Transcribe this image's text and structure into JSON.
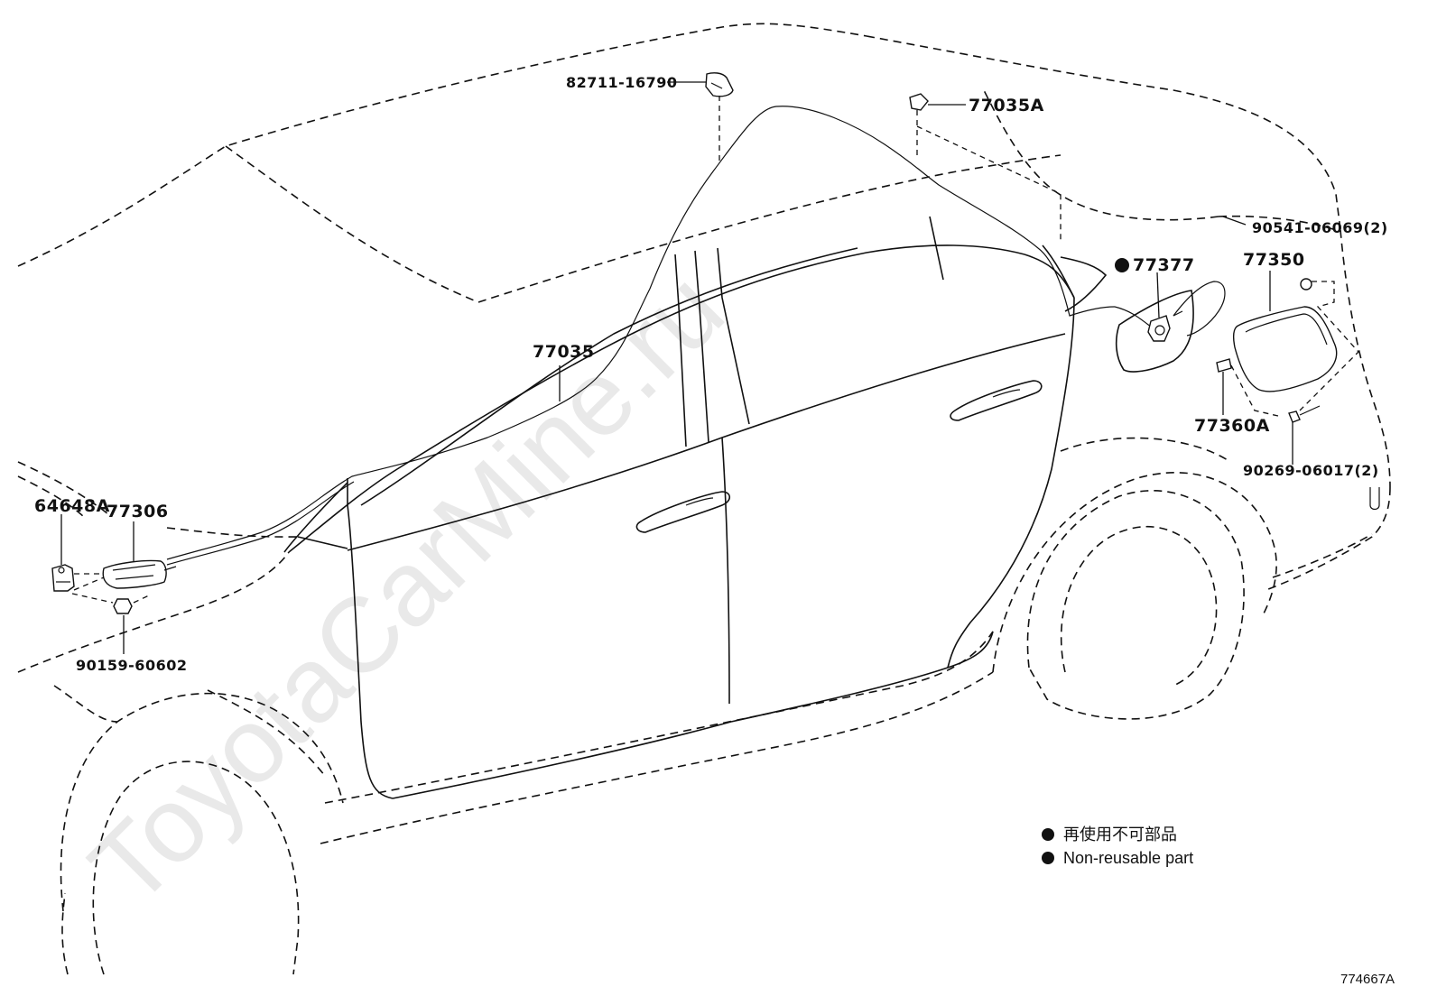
{
  "watermark": "ToyotaCarMine.ru",
  "parts": {
    "p1": "82711-16790",
    "p2": "77035A",
    "p3": "90541-06069(2)",
    "p4": "77377",
    "p5": "77350",
    "p6": "77035",
    "p7": "77360A",
    "p8": "90269-06017(2)",
    "p9": "64648A",
    "p10": "77306",
    "p11": "90159-60602"
  },
  "legend": {
    "jp": "再使用不可部品",
    "en": "Non-reusable part"
  },
  "reference": "774667A"
}
